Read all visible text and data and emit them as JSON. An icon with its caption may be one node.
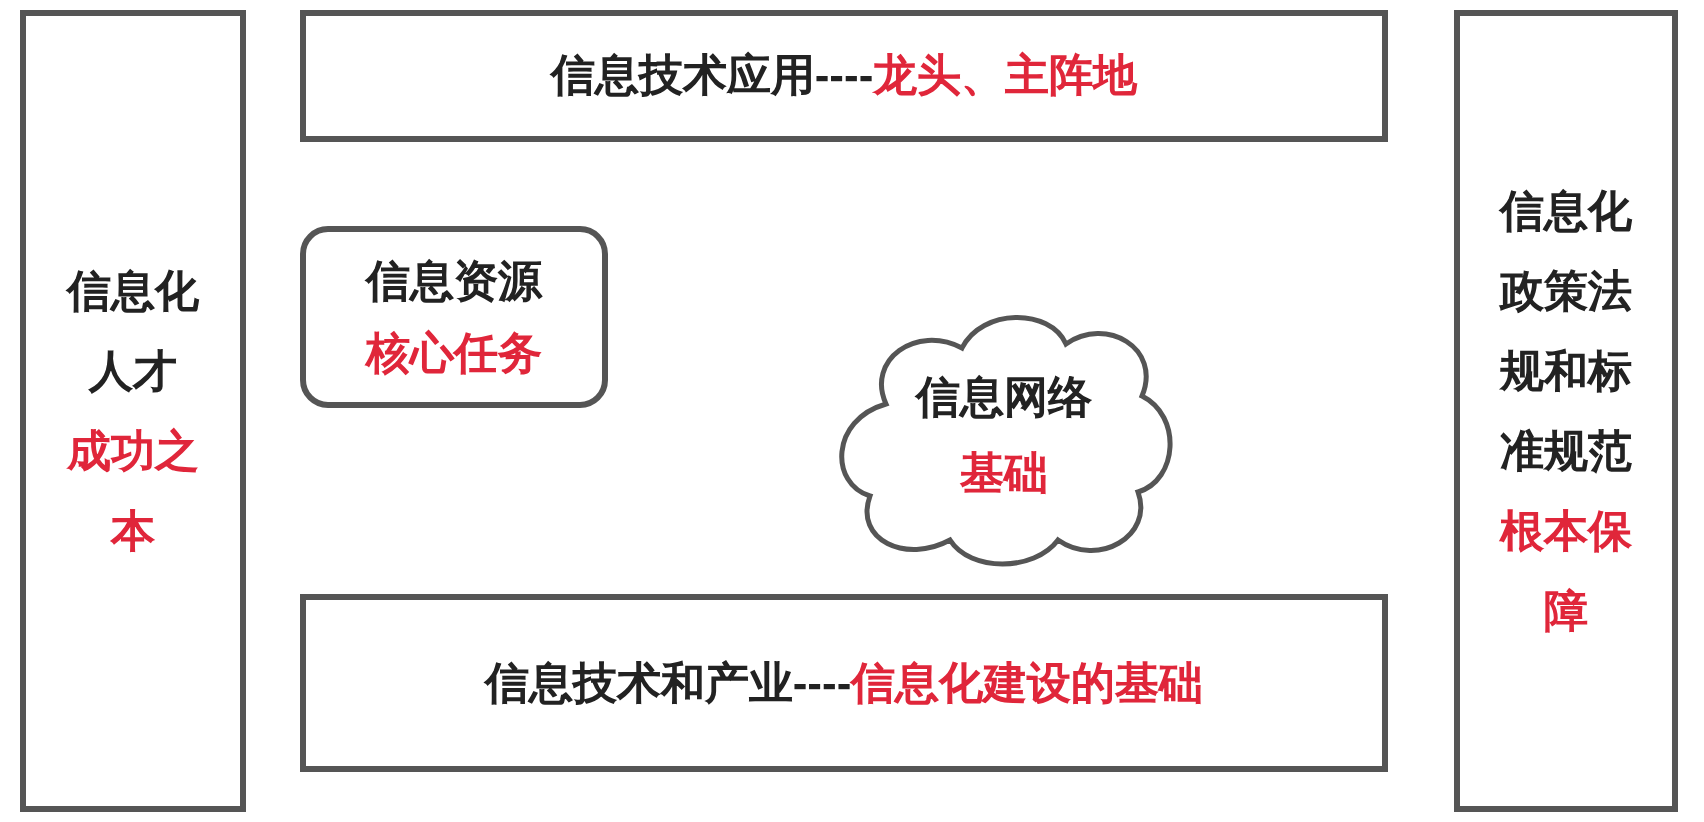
{
  "diagram": {
    "nodes": [
      {
        "text": [
          "信息化人才",
          "成功之本"
        ]
      },
      {
        "text": [
          "信息技术应用----",
          "龙头、主阵地"
        ]
      },
      {
        "text": [
          "信息资源",
          "核心任务"
        ]
      },
      {
        "text": [
          "信息网络",
          "基础"
        ]
      },
      {
        "text": [
          "信息技术和产业----",
          "信息化建设的基础"
        ]
      },
      {
        "text": [
          "信息化政策法规和标准规范",
          "根本保障"
        ]
      }
    ]
  }
}
